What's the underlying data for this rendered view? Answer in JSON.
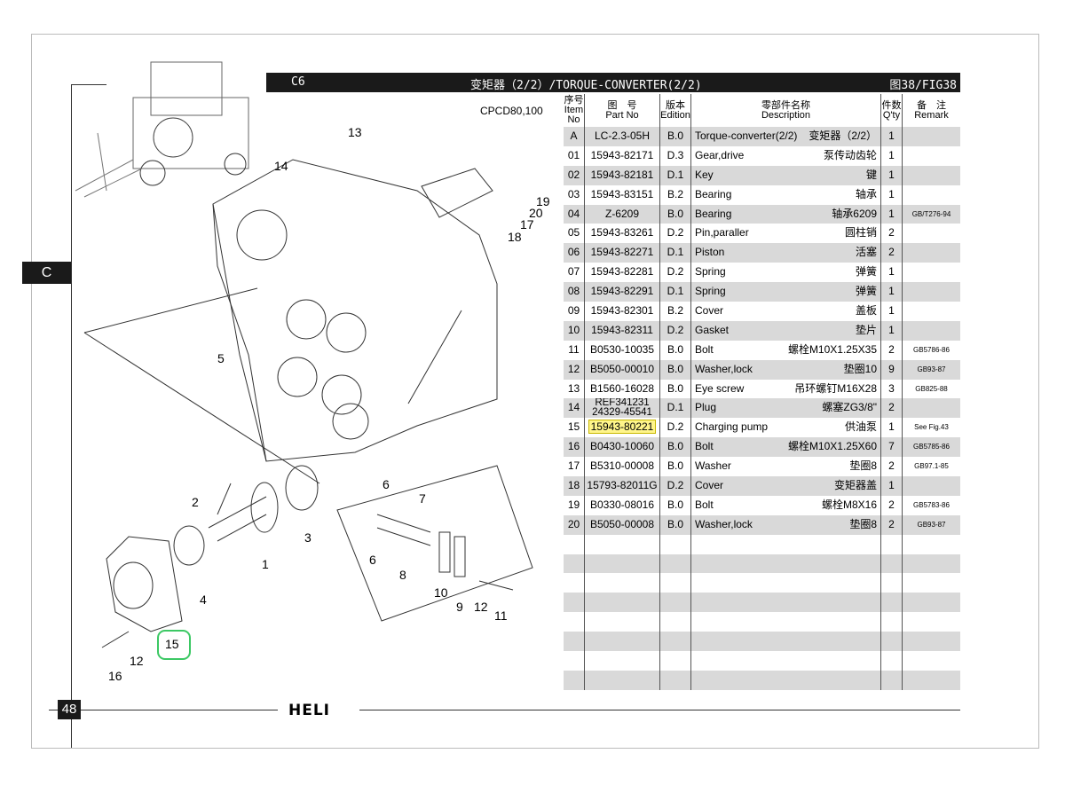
{
  "header": {
    "section": "C6",
    "title": "变矩器（2/2）/TORQUE-CONVERTER(2/2)",
    "figure": "图38/FIG38",
    "model": "CPCD80,100"
  },
  "side_tab": "C",
  "columns": {
    "item": [
      "序号",
      "Item",
      "No"
    ],
    "part": [
      "图　号",
      "Part No"
    ],
    "edition": [
      "版本",
      "Edition"
    ],
    "desc": [
      "零部件名称",
      "Description"
    ],
    "qty": [
      "件数",
      "Q'ty"
    ],
    "remark": [
      "备　注",
      "Remark"
    ]
  },
  "rows": [
    {
      "item": "A",
      "part": "LC-2.3-05H",
      "ed": "B.0",
      "en": "Torque-converter(2/2)",
      "cn": "变矩器（2/2）",
      "qty": "1",
      "remark": ""
    },
    {
      "item": "01",
      "part": "15943-82171",
      "ed": "D.3",
      "en": "Gear,drive",
      "cn": "泵传动齿轮",
      "qty": "1",
      "remark": ""
    },
    {
      "item": "02",
      "part": "15943-82181",
      "ed": "D.1",
      "en": "Key",
      "cn": "键",
      "qty": "1",
      "remark": ""
    },
    {
      "item": "03",
      "part": "15943-83151",
      "ed": "B.2",
      "en": "Bearing",
      "cn": "轴承",
      "qty": "1",
      "remark": ""
    },
    {
      "item": "04",
      "part": "Z-6209",
      "ed": "B.0",
      "en": "Bearing",
      "cn": "轴承6209",
      "qty": "1",
      "remark": "GB/T276-94"
    },
    {
      "item": "05",
      "part": "15943-83261",
      "ed": "D.2",
      "en": "Pin,paraller",
      "cn": "圆柱销",
      "qty": "2",
      "remark": ""
    },
    {
      "item": "06",
      "part": "15943-82271",
      "ed": "D.1",
      "en": "Piston",
      "cn": "活塞",
      "qty": "2",
      "remark": ""
    },
    {
      "item": "07",
      "part": "15943-82281",
      "ed": "D.2",
      "en": "Spring",
      "cn": "弹簧",
      "qty": "1",
      "remark": ""
    },
    {
      "item": "08",
      "part": "15943-82291",
      "ed": "D.1",
      "en": "Spring",
      "cn": "弹簧",
      "qty": "1",
      "remark": ""
    },
    {
      "item": "09",
      "part": "15943-82301",
      "ed": "B.2",
      "en": "Cover",
      "cn": "盖板",
      "qty": "1",
      "remark": ""
    },
    {
      "item": "10",
      "part": "15943-82311",
      "ed": "D.2",
      "en": "Gasket",
      "cn": "垫片",
      "qty": "1",
      "remark": ""
    },
    {
      "item": "11",
      "part": "B0530-10035",
      "ed": "B.0",
      "en": "Bolt",
      "cn": "螺栓M10X1.25X35",
      "qty": "2",
      "remark": "GB5786-86"
    },
    {
      "item": "12",
      "part": "B5050-00010",
      "ed": "B.0",
      "en": "Washer,lock",
      "cn": "垫圈10",
      "qty": "9",
      "remark": "GB93-87"
    },
    {
      "item": "13",
      "part": "B1560-16028",
      "ed": "B.0",
      "en": "Eye screw",
      "cn": "吊环螺钉M16X28",
      "qty": "3",
      "remark": "GB825-88"
    },
    {
      "item": "14",
      "part": "REF341231",
      "part2": "24329-45541",
      "ed": "D.1",
      "en": "Plug",
      "cn": "螺塞ZG3/8\"",
      "qty": "2",
      "remark": ""
    },
    {
      "item": "15",
      "part": "15943-80221",
      "ed": "D.2",
      "en": "Charging pump",
      "cn": "供油泵",
      "qty": "1",
      "remark": "See Fig.43",
      "highlight": true
    },
    {
      "item": "16",
      "part": "B0430-10060",
      "ed": "B.0",
      "en": "Bolt",
      "cn": "螺栓M10X1.25X60",
      "qty": "7",
      "remark": "GB5785-86"
    },
    {
      "item": "17",
      "part": "B5310-00008",
      "ed": "B.0",
      "en": "Washer",
      "cn": "垫圈8",
      "qty": "2",
      "remark": "GB97.1-85"
    },
    {
      "item": "18",
      "part": "15793-82011G",
      "ed": "D.2",
      "en": "Cover",
      "cn": "变矩器盖",
      "qty": "1",
      "remark": ""
    },
    {
      "item": "19",
      "part": "B0330-08016",
      "ed": "B.0",
      "en": "Bolt",
      "cn": "螺栓M8X16",
      "qty": "2",
      "remark": "GB5783-86"
    },
    {
      "item": "20",
      "part": "B5050-00008",
      "ed": "B.0",
      "en": "Washer,lock",
      "cn": "垫圈8",
      "qty": "2",
      "remark": "GB93-87"
    }
  ],
  "empty_rows": 8,
  "callouts": [
    "13",
    "14",
    "19",
    "20",
    "17",
    "18",
    "5",
    "2",
    "6",
    "7",
    "3",
    "1",
    "6",
    "8",
    "4",
    "10",
    "9",
    "12",
    "11",
    "15",
    "12",
    "16"
  ],
  "footer": {
    "page": "48",
    "brand": "HELI"
  },
  "highlight_color": "#fff58a",
  "ring_color": "#3cc864"
}
